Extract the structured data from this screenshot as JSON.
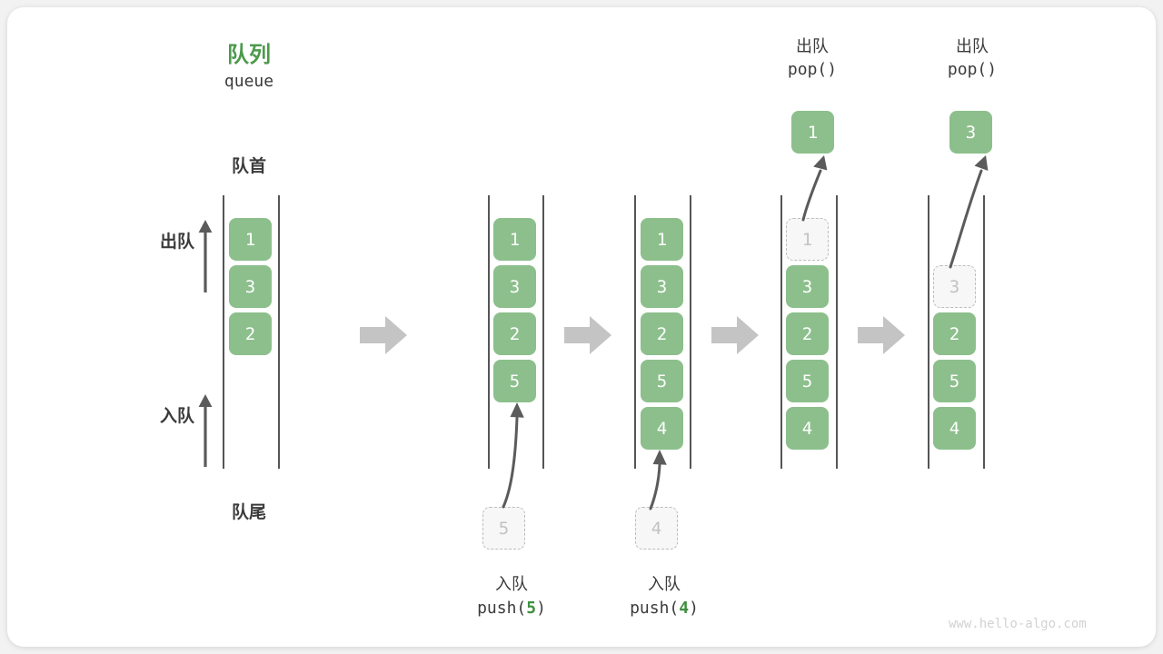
{
  "figure": {
    "title_cn": "队列",
    "title_en": "queue",
    "front_label": "队首",
    "back_label": "队尾",
    "dequeue_side_label": "出队",
    "enqueue_side_label": "入队",
    "watermark": "www.hello-algo.com",
    "accent_green": "#8cbf8c",
    "title_green": "#4c9a4c",
    "code_green": "#3f8f3f",
    "rail_color": "#555555",
    "arrow_color": "#5b5b5b",
    "block_arrow_color": "#c4c4c4",
    "ghost_fill": "#f7f7f7",
    "ghost_border": "#bdbdbd",
    "text_color": "#3b3b3b"
  },
  "steps": [
    {
      "id": "initial",
      "items": [
        "1",
        "3",
        "2"
      ],
      "ghost_in_queue": null,
      "ghost_below": null,
      "popped_value": null,
      "caption_cn": null,
      "caption_code": null,
      "caption_code_arg": null
    },
    {
      "id": "push-5",
      "items": [
        "1",
        "3",
        "2",
        "5"
      ],
      "ghost_in_queue": null,
      "ghost_below": "5",
      "popped_value": null,
      "caption_cn": "入队",
      "caption_code": "push(",
      "caption_code_arg": "5"
    },
    {
      "id": "push-4",
      "items": [
        "1",
        "3",
        "2",
        "5",
        "4"
      ],
      "ghost_in_queue": null,
      "ghost_below": "4",
      "popped_value": null,
      "caption_cn": "入队",
      "caption_code": "push(",
      "caption_code_arg": "4"
    },
    {
      "id": "pop-1",
      "items": [
        "3",
        "2",
        "5",
        "4"
      ],
      "ghost_in_queue": "1",
      "ghost_below": null,
      "popped_value": "1",
      "caption_cn": "出队",
      "caption_code": "pop()",
      "caption_code_arg": null
    },
    {
      "id": "pop-3",
      "items": [
        "2",
        "5",
        "4"
      ],
      "ghost_in_queue": "3",
      "ghost_below": null,
      "popped_value": "3",
      "caption_cn": "出队",
      "caption_code": "pop()",
      "caption_code_arg": null
    }
  ],
  "transitions": [
    "arrow-1",
    "arrow-2",
    "arrow-3",
    "arrow-4"
  ]
}
